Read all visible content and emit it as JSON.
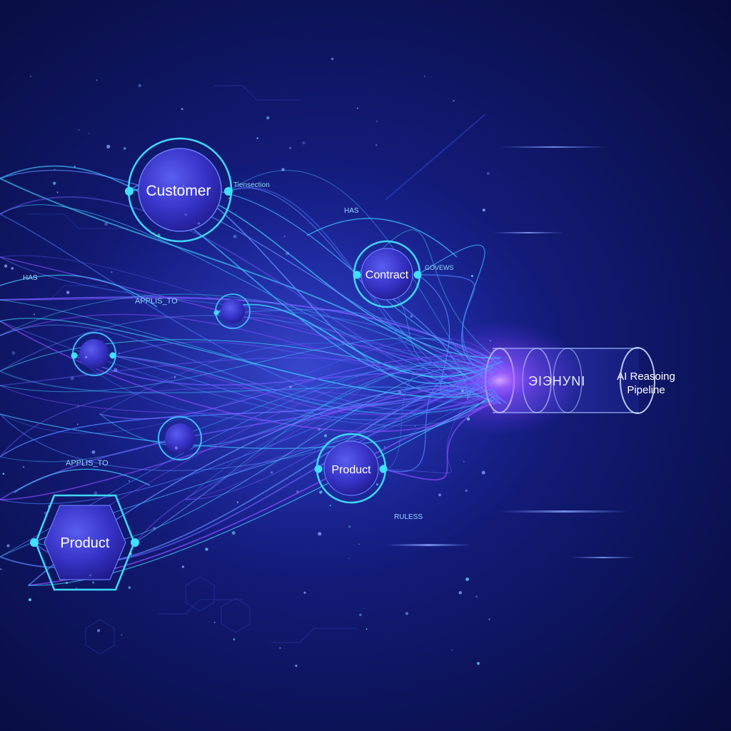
{
  "nodes": {
    "customer": "Customer",
    "contract": "Contract",
    "product_center": "Product",
    "product_hex": "Product"
  },
  "edge_labels": {
    "transaction": "Tiensection",
    "has_top": "HAS",
    "has_left": "HAS",
    "applies_to_upper": "APPLIS_TO",
    "applies_to_lower": "APPLIS_TO",
    "governs": "GOVEWS",
    "rules": "RULESS"
  },
  "pipeline": {
    "glyph_text": "ЭIЭНУNI",
    "label_line1": "AI Reasoing",
    "label_line2": "Pipeline"
  },
  "colors": {
    "background": "#141c7e",
    "accent_cyan": "#3fe0ff",
    "node_fill": "#3b3fd0",
    "purple_glow": "#a45bff"
  }
}
